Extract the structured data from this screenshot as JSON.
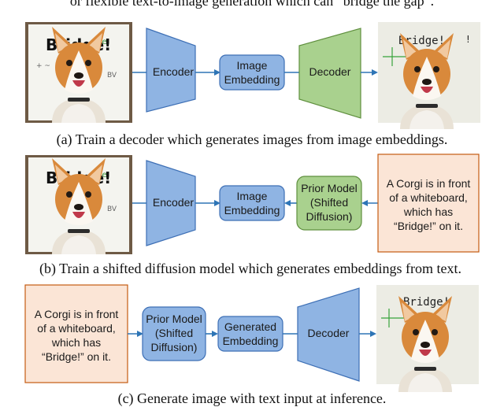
{
  "header_text": "or flexible text-to-image generation which can “bridge the gap”.",
  "panel_a": {
    "caption": "(a) Train a decoder which generates images from image embeddings.",
    "encoder": "Encoder",
    "embedding_line1": "Image",
    "embedding_line2": "Embedding",
    "decoder": "Decoder",
    "whiteboard_text": "Bridge!",
    "output_whiteboard_text": "Bridge!"
  },
  "panel_b": {
    "caption": "(b) Train a shifted diffusion model which generates embeddings from text.",
    "encoder": "Encoder",
    "embedding_line1": "Image",
    "embedding_line2": "Embedding",
    "prior_line1": "Prior Model",
    "prior_line2": "(Shifted",
    "prior_line3": "Diffusion)",
    "text_line1": "A Corgi is in front",
    "text_line2": "of a whiteboard,",
    "text_line3": "which has",
    "text_line4": "“Bridge!” on it.",
    "whiteboard_text": "Bridge!"
  },
  "panel_c": {
    "caption": "(c) Generate image with text input at inference.",
    "text_line1": "A Corgi is in front",
    "text_line2": "of a whiteboard,",
    "text_line3": "which has",
    "text_line4": "“Bridge!” on it.",
    "prior_line1": "Prior Model",
    "prior_line2": "(Shifted",
    "prior_line3": "Diffusion)",
    "embedding_line1": "Generated",
    "embedding_line2": "Embedding",
    "decoder": "Decoder",
    "output_whiteboard_text": "Bridge!"
  },
  "colors": {
    "blue_fill": "#8fb4e3",
    "blue_stroke": "#3d6fb5",
    "green_fill": "#a9d18e",
    "green_stroke": "#5f8f3e",
    "text_box_fill": "#fbe5d6",
    "text_box_stroke": "#c55a11",
    "arrow": "#2e75b6"
  }
}
